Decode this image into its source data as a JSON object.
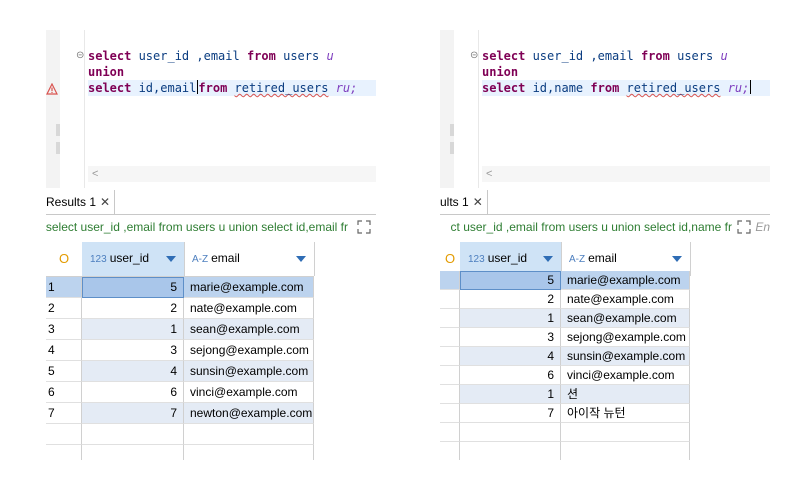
{
  "panels": [
    {
      "id": "left",
      "code": [
        {
          "kw1": "select",
          "rest": " user_id ,email ",
          "kw2": "from",
          "tbl": " users ",
          "alias": "u",
          "fold": true
        },
        {
          "kw1": "union",
          "rest": "",
          "kw2": "",
          "tbl": "",
          "alias": ""
        },
        {
          "kw1": "select",
          "rest": " id,email",
          "caret": true,
          "kw2": "from",
          "tbl": " retired_users ",
          "alias": "ru;",
          "warn": true,
          "highlight": true
        }
      ],
      "tab_label": "Results 1",
      "query": "select user_id ,email from users u union select id,email fr",
      "columns": {
        "rownum_icon": "O",
        "c1_type": "123",
        "c1": "user_id",
        "c2_type": "A-Z",
        "c2": "email"
      },
      "rows": [
        {
          "n": "1",
          "id": "5",
          "email": "marie@example.com"
        },
        {
          "n": "2",
          "id": "2",
          "email": "nate@example.com"
        },
        {
          "n": "3",
          "id": "1",
          "email": "sean@example.com"
        },
        {
          "n": "4",
          "id": "3",
          "email": "sejong@example.com"
        },
        {
          "n": "5",
          "id": "4",
          "email": "sunsin@example.com"
        },
        {
          "n": "6",
          "id": "6",
          "email": "vinci@example.com"
        },
        {
          "n": "7",
          "id": "7",
          "email": "newton@example.com"
        }
      ]
    },
    {
      "id": "right",
      "code": [
        {
          "kw1": "select",
          "rest": " user_id ,email ",
          "kw2": "from",
          "tbl": " users ",
          "alias": "u",
          "fold": true
        },
        {
          "kw1": "union",
          "rest": "",
          "kw2": "",
          "tbl": "",
          "alias": ""
        },
        {
          "kw1": "select",
          "rest": " id,name ",
          "kw2": "from",
          "tbl": " retired_users ",
          "alias": "ru;",
          "caretEnd": true,
          "highlight": true
        }
      ],
      "tab_label": "ults 1",
      "query": "ct user_id ,email from users u union select id,name fr",
      "query_suffix": "En",
      "columns": {
        "rownum_icon": "O",
        "c1_type": "123",
        "c1": "user_id",
        "c2_type": "A-Z",
        "c2": "email"
      },
      "rows": [
        {
          "n": "",
          "id": "5",
          "email": "marie@example.com"
        },
        {
          "n": "",
          "id": "2",
          "email": "nate@example.com"
        },
        {
          "n": "",
          "id": "1",
          "email": "sean@example.com"
        },
        {
          "n": "",
          "id": "3",
          "email": "sejong@example.com"
        },
        {
          "n": "",
          "id": "4",
          "email": "sunsin@example.com"
        },
        {
          "n": "",
          "id": "6",
          "email": "vinci@example.com"
        },
        {
          "n": "",
          "id": "1",
          "email": "션"
        },
        {
          "n": "",
          "id": "7",
          "email": "아이작 뉴턴"
        }
      ]
    }
  ],
  "icons": {
    "close": "close-icon",
    "fold": "fold-toggle-icon",
    "warning": "warning-icon",
    "scroll_left": "scroll-left-arrow-icon",
    "maximize": "maximize-icon",
    "sort": "sort-dropdown-icon"
  }
}
